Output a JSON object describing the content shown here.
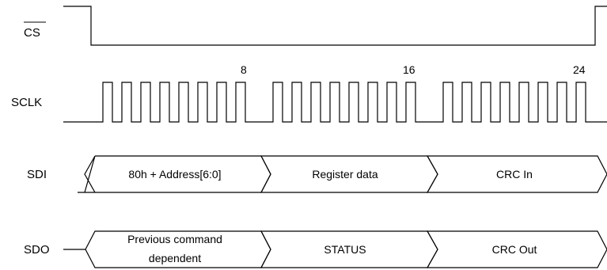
{
  "signals": {
    "cs": "CS",
    "sclk": "SCLK",
    "sdi": "SDI",
    "sdo": "SDO"
  },
  "clock_markers": [
    "8",
    "16",
    "24"
  ],
  "sdi_fields": [
    "80h + Address[6:0]",
    "Register data",
    "CRC In"
  ],
  "sdo_fields": {
    "f1_line1": "Previous command",
    "f1_line2": "dependent",
    "f2": "STATUS",
    "f3": "CRC Out"
  },
  "colors": {
    "line": "#000000",
    "background": "#ffffff"
  }
}
